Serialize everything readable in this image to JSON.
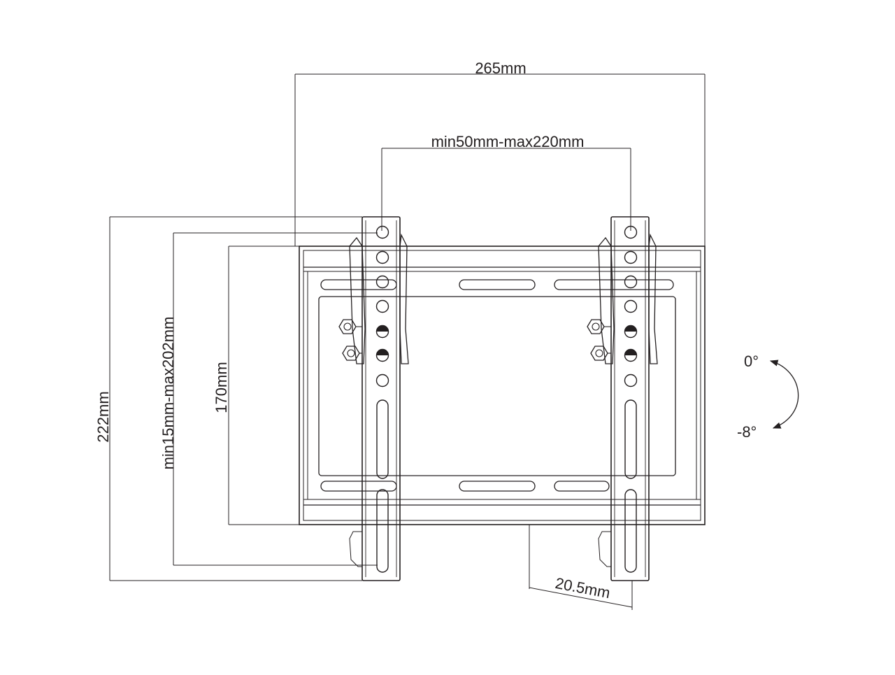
{
  "dimensions": {
    "overall_width": "265mm",
    "vesa_horizontal": "min50mm-max220mm",
    "overall_height": "222mm",
    "vesa_vertical": "min15mm-max202mm",
    "plate_height": "170mm",
    "wall_depth": "20.5mm"
  },
  "tilt": {
    "upper": "0°",
    "lower": "-8°"
  },
  "colors": {
    "line": "#231f20",
    "background": "#ffffff"
  }
}
